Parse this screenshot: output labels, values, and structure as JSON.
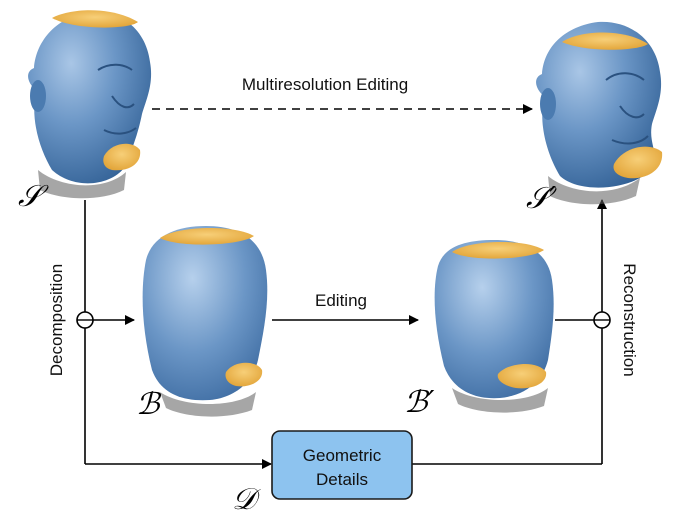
{
  "labels": {
    "top_edge": "Multiresolution Editing",
    "middle_edge": "Editing",
    "left_edge": "Decomposition",
    "right_edge": "Reconstruction",
    "details_box_line1": "Geometric",
    "details_box_line2": "Details"
  },
  "symbols": {
    "source": "𝒮",
    "result": "𝒮′",
    "base": "ℬ",
    "base_edited": "ℬ′",
    "details": "𝒟"
  },
  "colors": {
    "mesh_blue": "#6b96c6",
    "mesh_shadow": "#2f5e93",
    "cap_yellow": "#f0b54a",
    "box_fill": "#8dc3ef",
    "box_stroke": "#1a1a1a",
    "line": "#000000"
  }
}
